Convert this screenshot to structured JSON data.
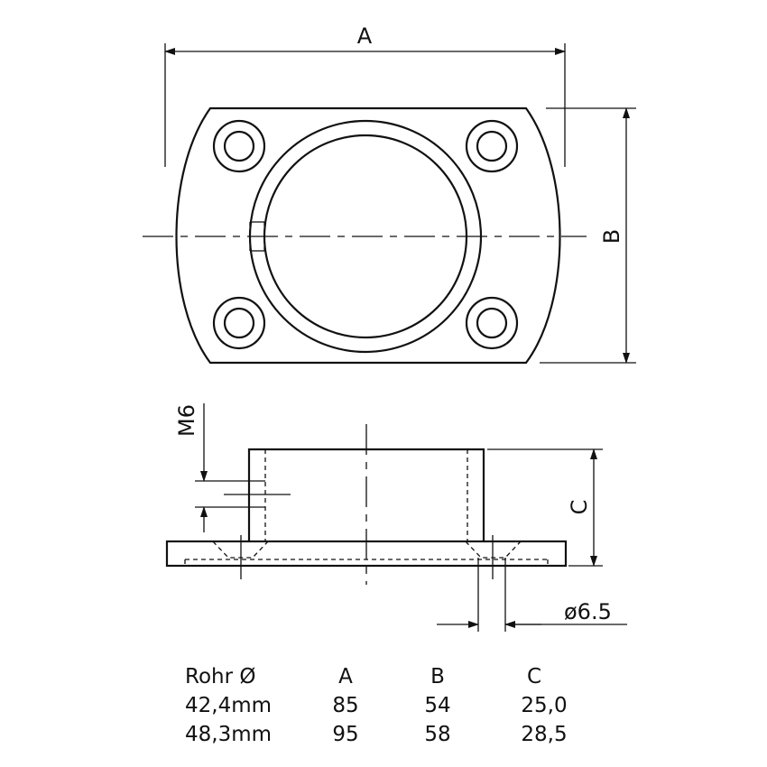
{
  "labels": {
    "dim_a": "A",
    "dim_b": "B",
    "dim_c": "C",
    "thread": "M6",
    "hole_dia": "ø6.5"
  },
  "table": {
    "headers": [
      "Rohr Ø",
      "A",
      "B",
      "C"
    ],
    "rows": [
      [
        "42,4mm",
        "85",
        "54",
        "25,0"
      ],
      [
        "48,3mm",
        "95",
        "58",
        "28,5"
      ]
    ]
  }
}
